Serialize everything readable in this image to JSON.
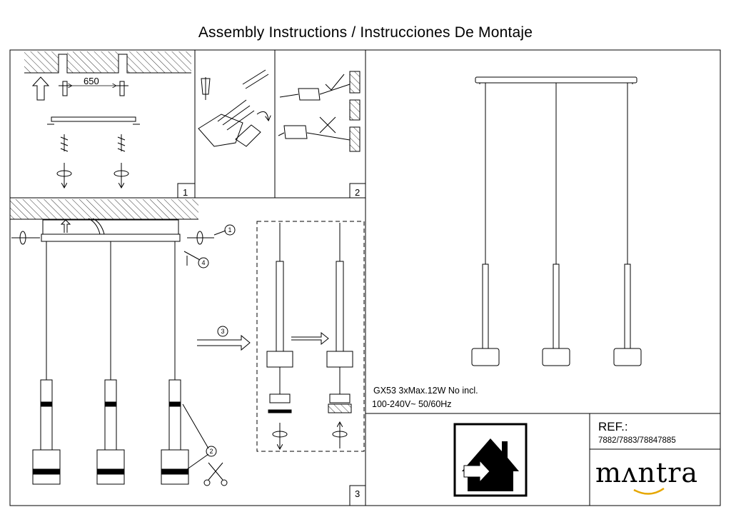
{
  "title": "Assembly Instructions / Instrucciones De Montaje",
  "spec_line1": "GX53 3xMax.12W  No incl.",
  "spec_line2": "100-240V~ 50/60Hz",
  "ref_label": "REF.:",
  "ref_value": "7882/7883/78847885",
  "brand": "mʌntra",
  "dimension": "650",
  "panel_numbers": [
    "1",
    "2",
    "3"
  ],
  "callouts": [
    "1",
    "2",
    "3",
    "4"
  ]
}
